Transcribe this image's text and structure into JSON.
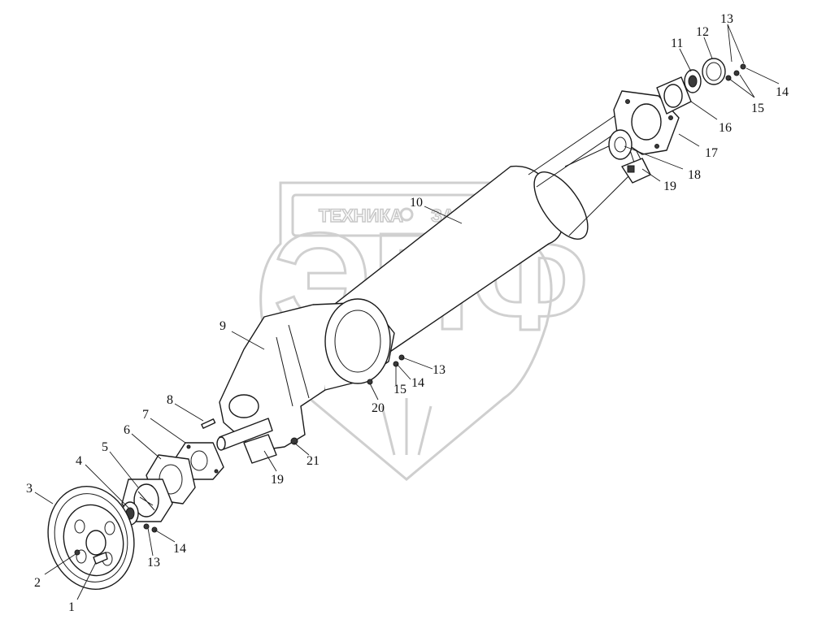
{
  "watermark": {
    "left_word": "ТЕХНИКА",
    "right_word": "ЗАПЧАСТИ",
    "letters": "ЭПФ"
  },
  "callouts": [
    {
      "number": "1"
    },
    {
      "number": "2"
    },
    {
      "number": "3"
    },
    {
      "number": "4"
    },
    {
      "number": "5"
    },
    {
      "number": "6"
    },
    {
      "number": "7"
    },
    {
      "number": "8"
    },
    {
      "number": "9"
    },
    {
      "number": "10"
    },
    {
      "number": "11"
    },
    {
      "number": "12"
    },
    {
      "number": "13"
    },
    {
      "number": "14"
    },
    {
      "number": "15"
    },
    {
      "number": "16"
    },
    {
      "number": "17"
    },
    {
      "number": "18"
    },
    {
      "number": "19"
    },
    {
      "number": "13"
    },
    {
      "number": "14"
    },
    {
      "number": "15"
    },
    {
      "number": "20"
    },
    {
      "number": "21"
    },
    {
      "number": "19"
    },
    {
      "number": "13"
    },
    {
      "number": "14"
    }
  ],
  "colors": {
    "line": "#1a1a1a",
    "watermark": "#cfcfcf"
  }
}
